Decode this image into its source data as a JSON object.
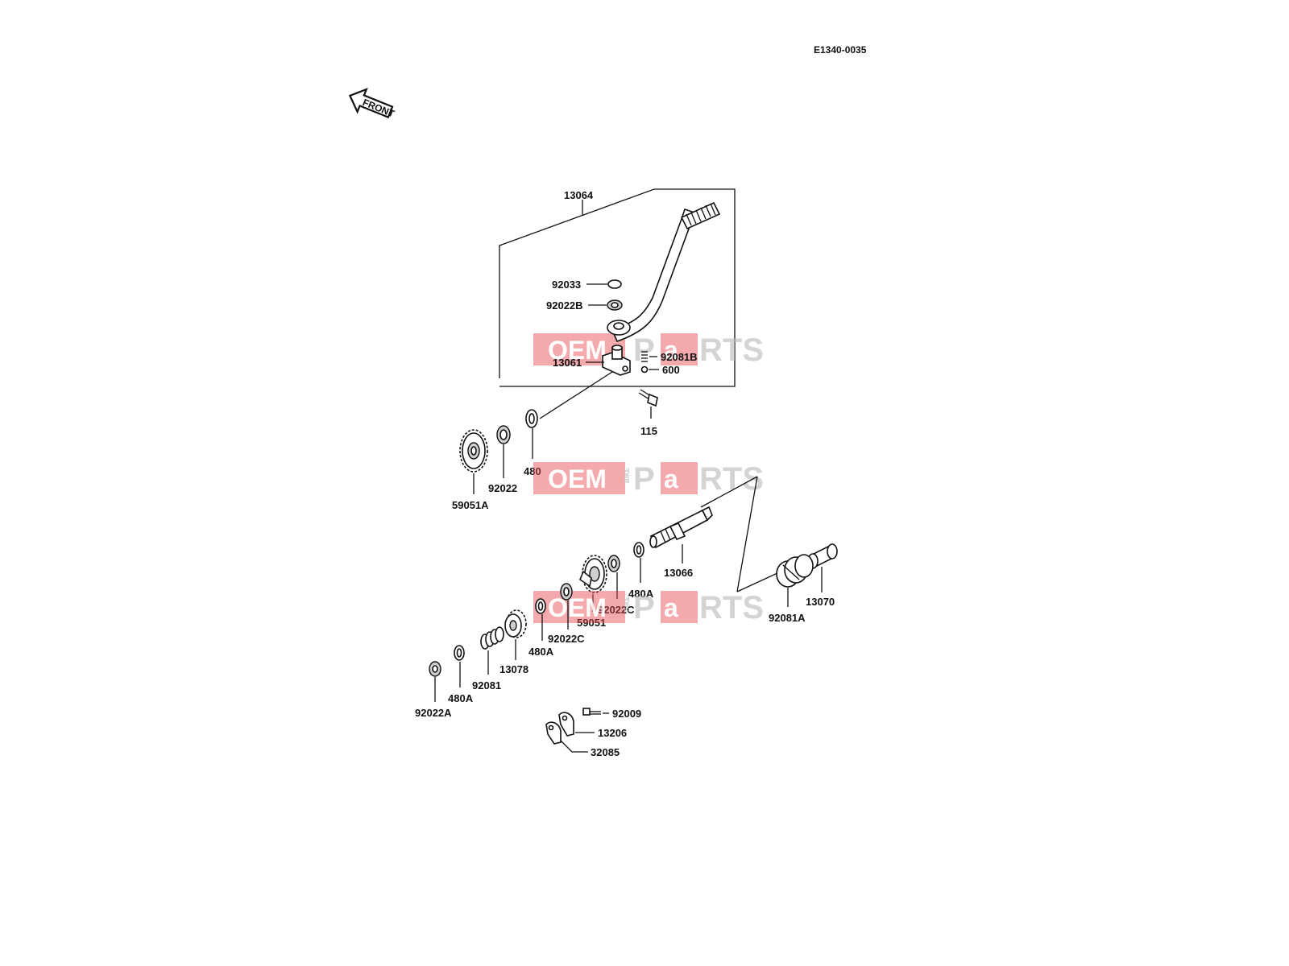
{
  "diagram": {
    "code": "E1340-0035",
    "front_label": "FRONT",
    "watermark": {
      "left": "OEM",
      "middle": "BIKE",
      "right_a": "P",
      "right_b": "a",
      "right_c": "RTS"
    },
    "parts": {
      "p13064": "13064",
      "p92033": "92033",
      "p92022B": "92022B",
      "p13061": "13061",
      "p92081B": "92081B",
      "p600": "600",
      "p115": "115",
      "p480": "480",
      "p92022": "92022",
      "p59051A": "59051A",
      "p13066": "13066",
      "p13070": "13070",
      "p92081A": "92081A",
      "p480A_1": "480A",
      "p92022C_1": "92022C",
      "p59051": "59051",
      "p92022C_2": "92022C",
      "p480A_2": "480A",
      "p13078": "13078",
      "p92081": "92081",
      "p480A_3": "480A",
      "p92022A": "92022A",
      "p92009": "92009",
      "p13206": "13206",
      "p32085": "32085"
    }
  }
}
